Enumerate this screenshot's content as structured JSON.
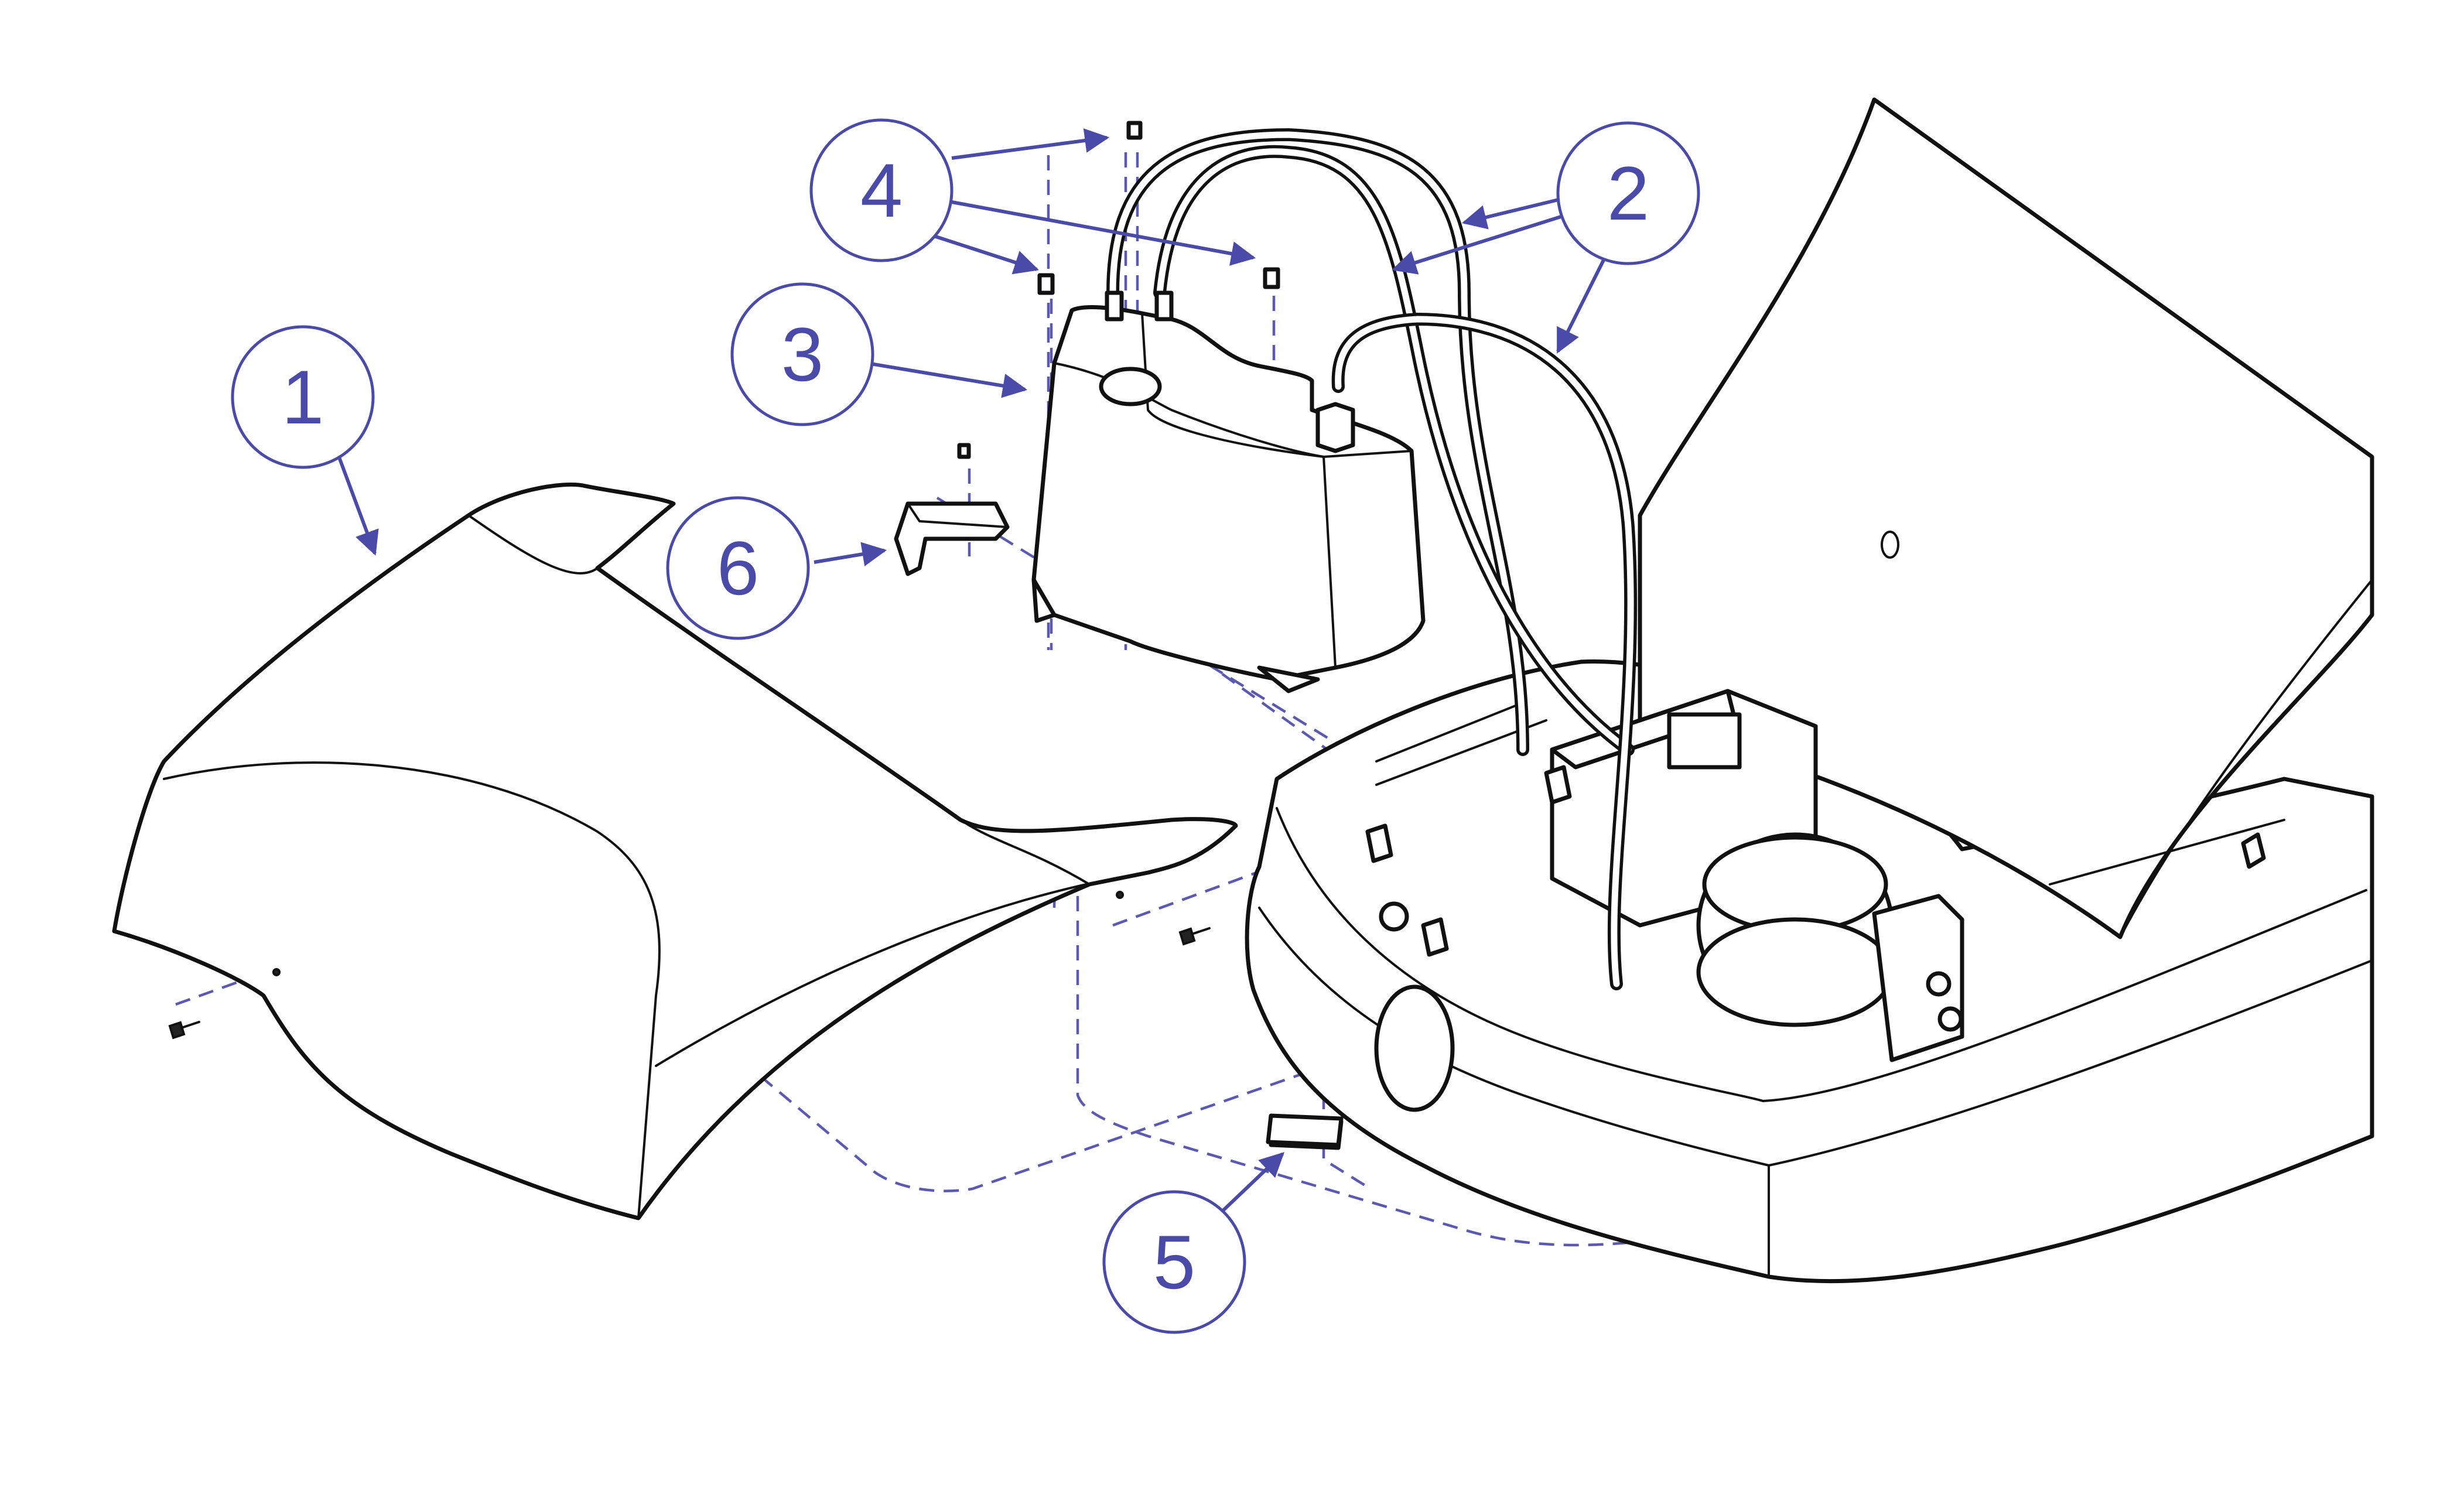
{
  "colors": {
    "callout": "#4a4aa8",
    "line": "#111111",
    "hidden_line": "#5a5ab4",
    "background": "#ffffff"
  },
  "callouts": [
    {
      "id": "1",
      "label": "1"
    },
    {
      "id": "2",
      "label": "2"
    },
    {
      "id": "3",
      "label": "3"
    },
    {
      "id": "4",
      "label": "4"
    },
    {
      "id": "5",
      "label": "5"
    },
    {
      "id": "6",
      "label": "6"
    }
  ]
}
